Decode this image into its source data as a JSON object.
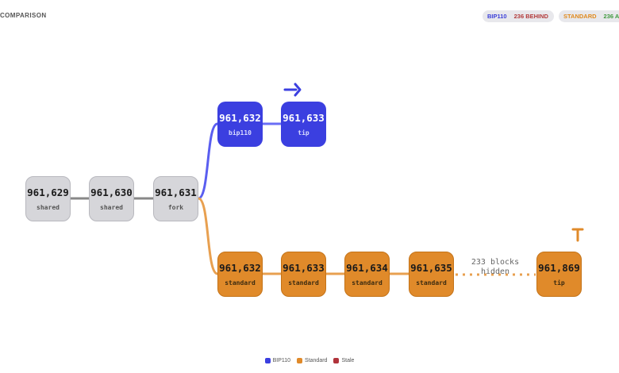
{
  "header": {
    "title": "COMPARISON",
    "bip_pill": {
      "name": "BIP110",
      "status": "236 BEHIND"
    },
    "std_pill": {
      "name": "STANDARD",
      "status": "236 A"
    }
  },
  "chain": {
    "shared": [
      {
        "height": "961,629",
        "label": "shared"
      },
      {
        "height": "961,630",
        "label": "shared"
      },
      {
        "height": "961,631",
        "label": "fork"
      }
    ],
    "bip110": [
      {
        "height": "961,632",
        "label": "bip110"
      },
      {
        "height": "961,633",
        "label": "tip"
      }
    ],
    "standard": [
      {
        "height": "961,632",
        "label": "standard"
      },
      {
        "height": "961,633",
        "label": "standard"
      },
      {
        "height": "961,634",
        "label": "standard"
      },
      {
        "height": "961,635",
        "label": "standard"
      },
      {
        "height": "961,869",
        "label": "tip"
      }
    ],
    "hidden_label": {
      "line1": "233 blocks",
      "line2": "hidden"
    }
  },
  "legend": [
    {
      "label": "BIP110",
      "color": "#3b3fe0"
    },
    {
      "label": "Standard",
      "color": "#e08a2a"
    },
    {
      "label": "Stale",
      "color": "#b0333b"
    }
  ],
  "colors": {
    "bip": "#3b3fe0",
    "standard": "#e08a2a",
    "shared": "#d6d6da",
    "connector": "#888888"
  }
}
